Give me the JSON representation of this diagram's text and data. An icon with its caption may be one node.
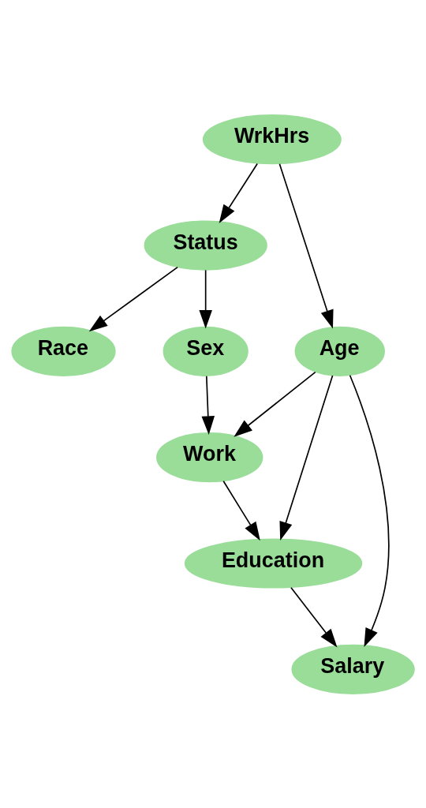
{
  "diagram": {
    "nodes": [
      {
        "text": [
          "WrkHrs"
        ]
      },
      {
        "text": [
          "Status"
        ]
      },
      {
        "text": [
          "Race"
        ]
      },
      {
        "text": [
          "Sex"
        ]
      },
      {
        "text": [
          "Age"
        ]
      },
      {
        "text": [
          "Work"
        ]
      },
      {
        "text": [
          "Education"
        ]
      },
      {
        "text": [
          "Salary"
        ]
      }
    ],
    "edges": [
      {
        "from": 0,
        "to": 1,
        "arrow": "to"
      },
      {
        "from": 0,
        "to": 4,
        "arrow": "to"
      },
      {
        "from": 1,
        "to": 3,
        "arrow": "to"
      },
      {
        "from": 1,
        "to": 2,
        "arrow": "to"
      },
      {
        "from": 3,
        "to": 5,
        "arrow": "to"
      },
      {
        "from": 4,
        "to": 5,
        "arrow": "to"
      },
      {
        "from": 4,
        "to": 6,
        "arrow": "to"
      },
      {
        "from": 4,
        "to": 7,
        "arrow": "to"
      },
      {
        "from": 5,
        "to": 6,
        "arrow": "to"
      },
      {
        "from": 6,
        "to": 7,
        "arrow": "to"
      }
    ]
  }
}
